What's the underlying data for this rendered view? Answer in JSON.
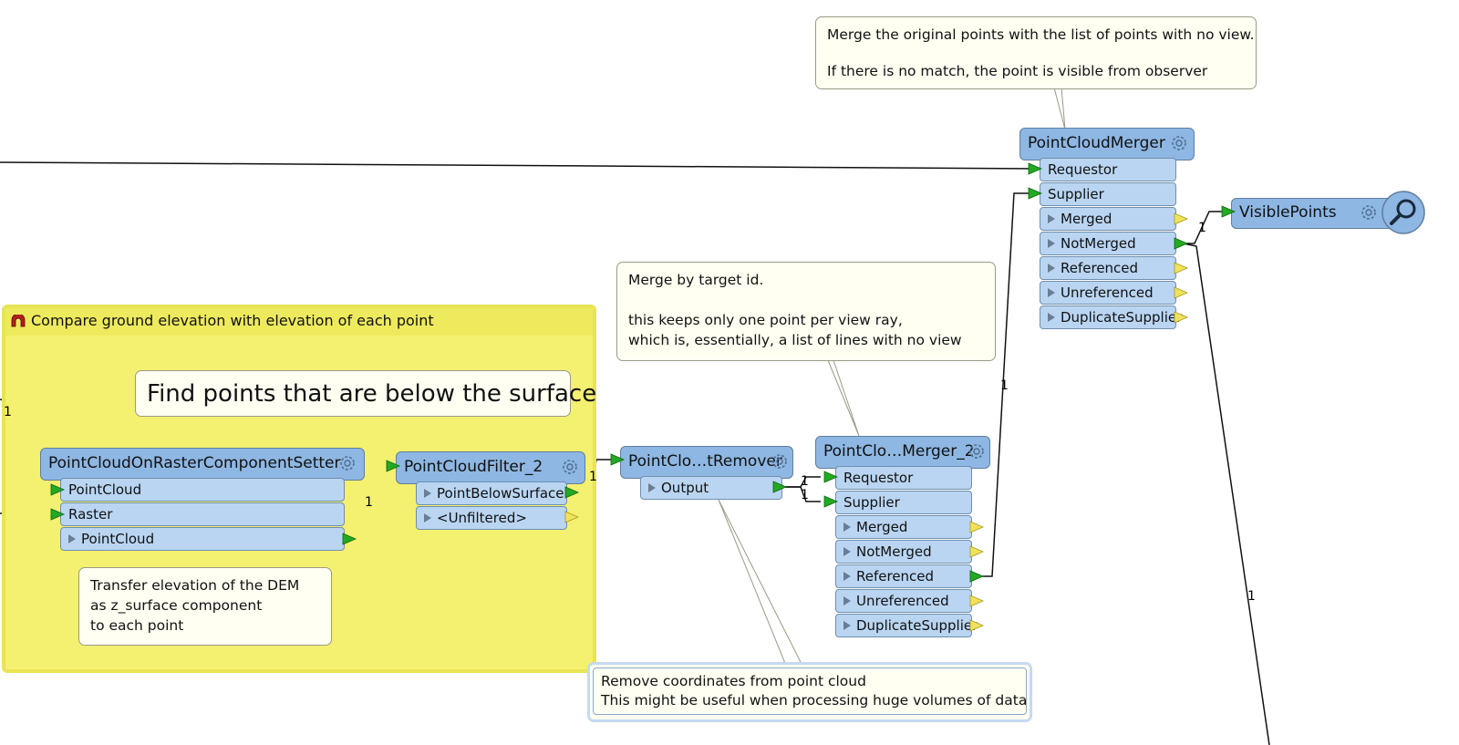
{
  "bookmark": {
    "title": "Compare ground elevation with elevation of each point"
  },
  "notes": {
    "merger_note_line1": "Merge the original points with the list of points with no view.",
    "merger_note_line2": "If there is no match, the point is visible from observer",
    "merge_target_line1": "Merge by target id.",
    "merge_target_line2": "this keeps only one point per view ray,",
    "merge_target_line3": "which is, essentially, a list of lines with no view",
    "find_points": "Find points that are below the surface",
    "transfer_line1": "Transfer elevation of the DEM",
    "transfer_line2": "as z_surface component",
    "transfer_line3": "to each point",
    "remove_line1": "Remove coordinates from point cloud",
    "remove_line2": "This might be useful when processing huge volumes of data"
  },
  "transformers": {
    "setter": {
      "name": "PointCloudOnRasterComponentSetter",
      "in1": "PointCloud",
      "in2": "Raster",
      "out1": "PointCloud"
    },
    "filter": {
      "name": "PointCloudFilter_2",
      "out1": "PointBelowSurface",
      "out2": "<Unfiltered>"
    },
    "remover": {
      "name": "PointClo…tRemover",
      "out1": "Output"
    },
    "merger2": {
      "name": "PointClo…Merger_2",
      "in1": "Requestor",
      "in2": "Supplier",
      "outs": [
        "Merged",
        "NotMerged",
        "Referenced",
        "Unreferenced",
        "DuplicateSupplier"
      ]
    },
    "merger": {
      "name": "PointCloudMerger",
      "in1": "Requestor",
      "in2": "Supplier",
      "outs": [
        "Merged",
        "NotMerged",
        "Referenced",
        "Unreferenced",
        "DuplicateSupplier"
      ]
    },
    "writer": {
      "name": "VisiblePoints"
    }
  },
  "connection_counts": {
    "left_in": "1",
    "setter_filter": "1",
    "filter_remover": "1",
    "remover_req": "1",
    "remover_sup": "1",
    "ref_supplier": "1",
    "notmerged_visible": "1",
    "notmerged_down": "1"
  },
  "colors": {
    "transformer": "#8eb7e3",
    "port": "#b9d5f2",
    "bookmark": "#f4f070",
    "note": "#fffff2",
    "input_port": "#22aa22",
    "output_port": "#e8dc4a"
  }
}
